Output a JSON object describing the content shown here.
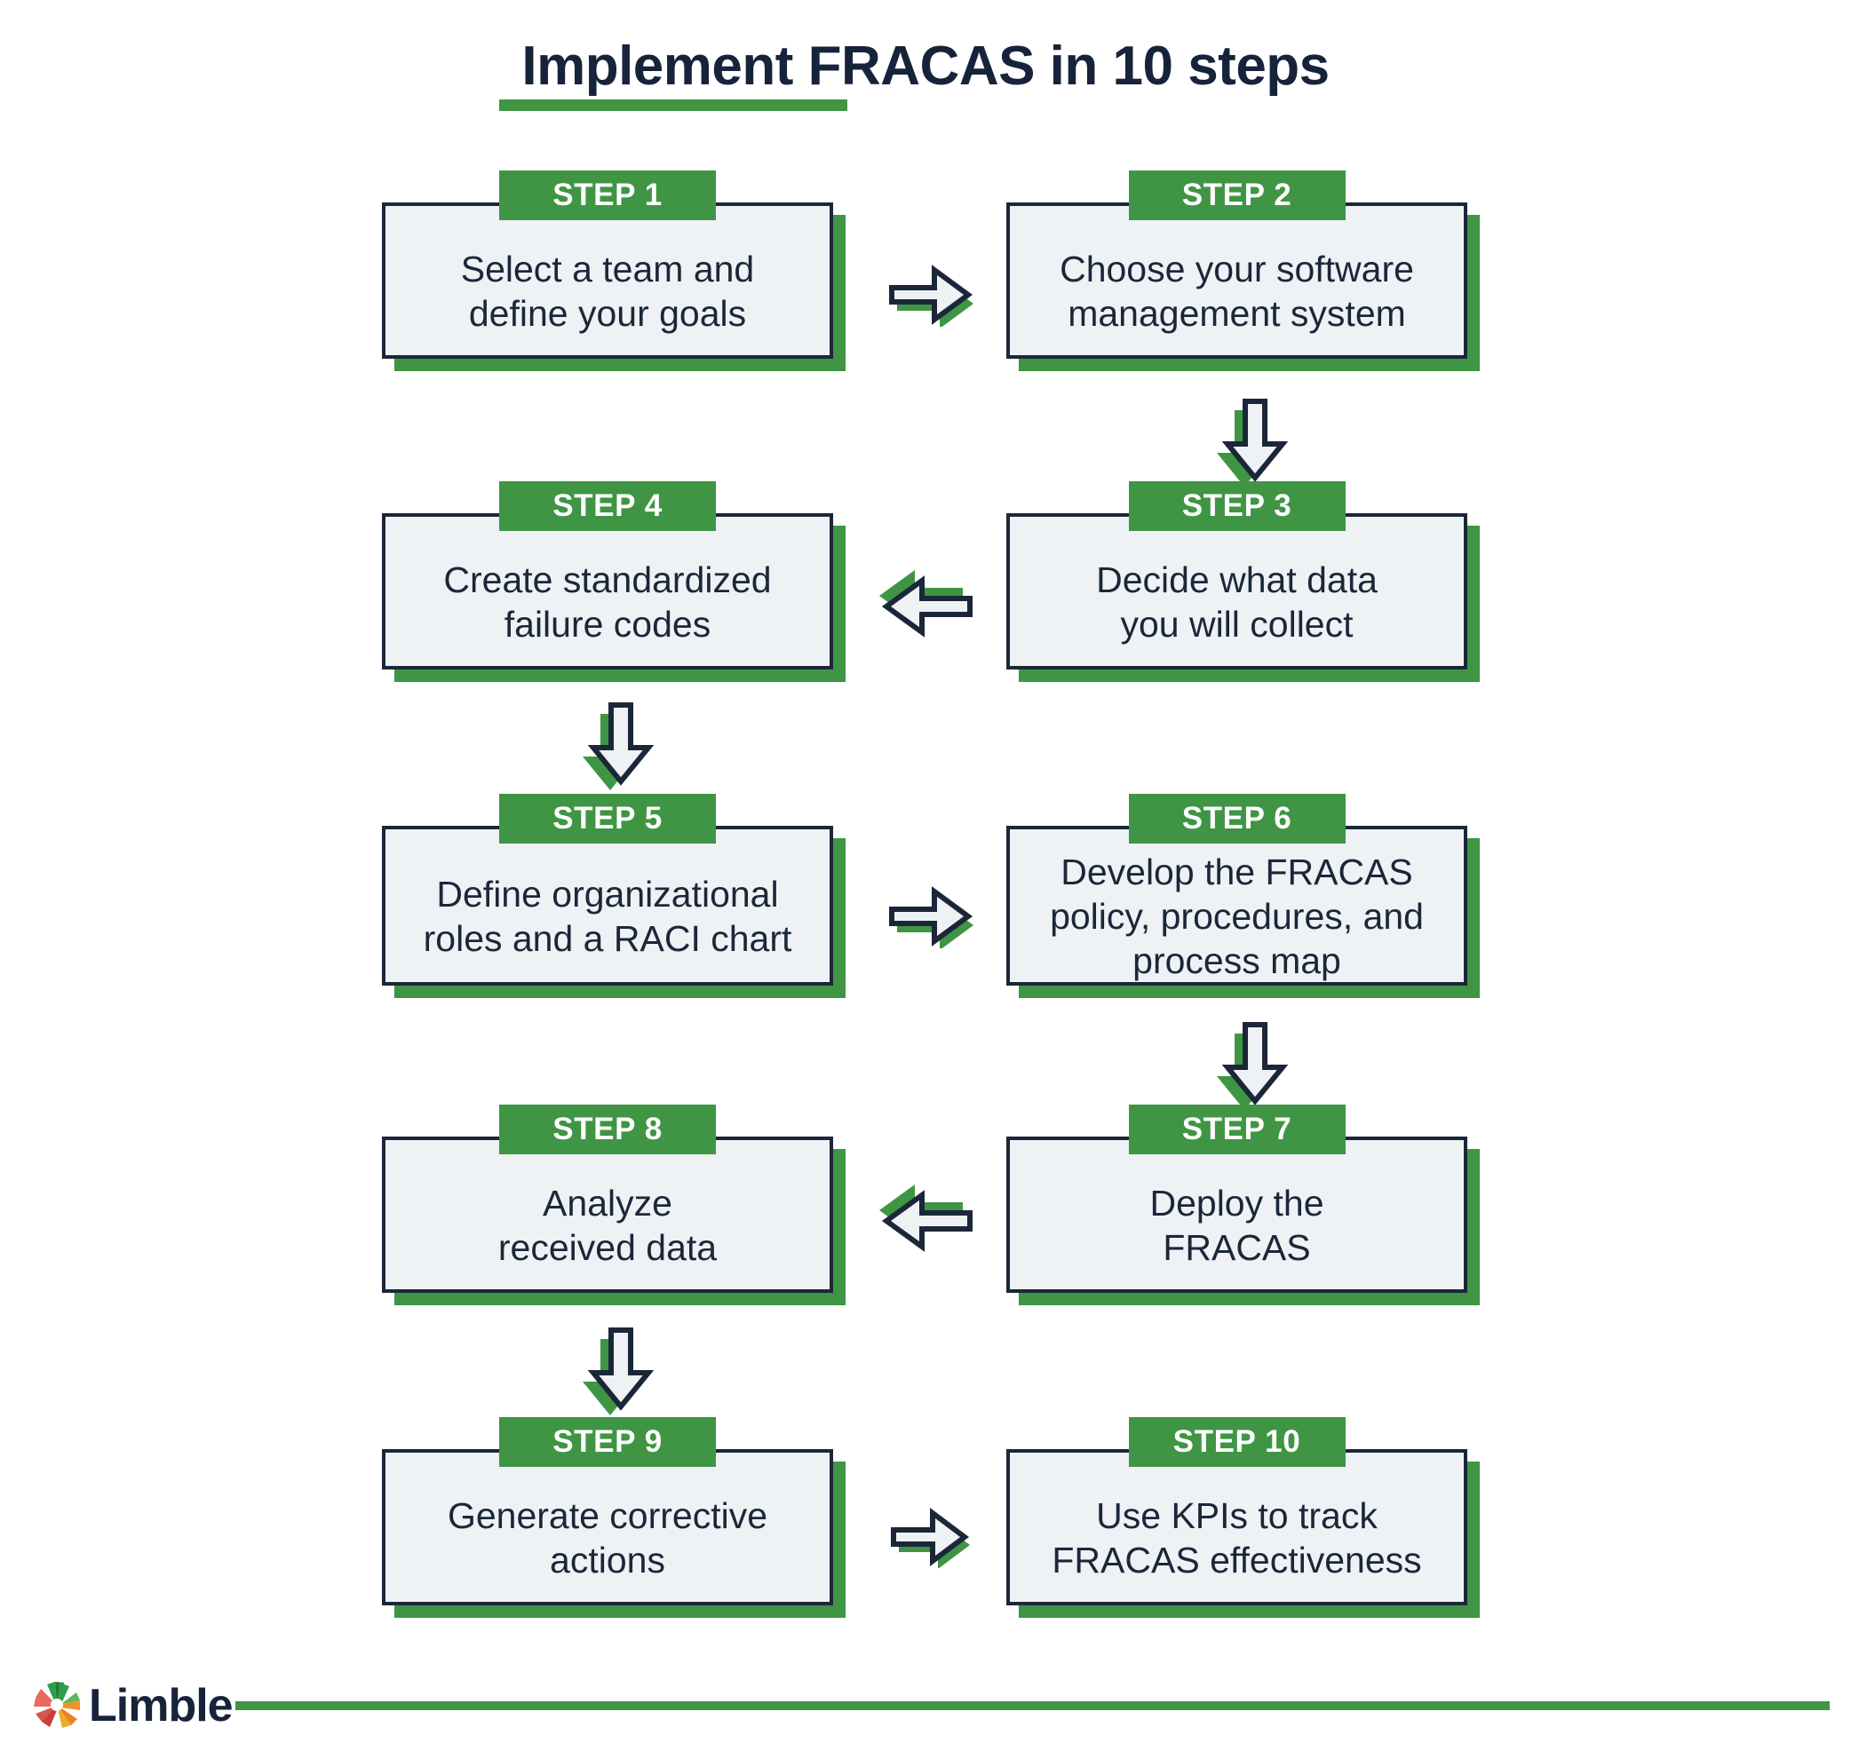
{
  "title": "Implement FRACAS in 10 steps",
  "colors": {
    "green": "#3f9543",
    "dark": "#1b2739",
    "box_fill": "#eef2f5",
    "background": "#ffffff"
  },
  "chart_data": {
    "type": "diagram",
    "subtype": "flowchart-boustrophedon",
    "title": "Implement FRACAS in 10 steps",
    "steps": [
      {
        "label": "STEP 1",
        "text": "Select a team and\ndefine your goals"
      },
      {
        "label": "STEP 2",
        "text": "Choose your software\nmanagement system"
      },
      {
        "label": "STEP 3",
        "text": "Decide what data\nyou will collect"
      },
      {
        "label": "STEP 4",
        "text": "Create standardized\nfailure codes"
      },
      {
        "label": "STEP 5",
        "text": "Define organizational\nroles and a RACI chart"
      },
      {
        "label": "STEP 6",
        "text": "Develop the FRACAS\npolicy, procedures, and\nprocess map"
      },
      {
        "label": "STEP 7",
        "text": "Deploy the\nFRACAS"
      },
      {
        "label": "STEP 8",
        "text": "Analyze\nreceived data"
      },
      {
        "label": "STEP 9",
        "text": "Generate corrective\nactions"
      },
      {
        "label": "STEP 10",
        "text": "Use KPIs to track\nFRACAS effectiveness"
      }
    ],
    "connectors": [
      {
        "from": "STEP 1",
        "to": "STEP 2",
        "direction": "right"
      },
      {
        "from": "STEP 2",
        "to": "STEP 3",
        "direction": "down"
      },
      {
        "from": "STEP 3",
        "to": "STEP 4",
        "direction": "left"
      },
      {
        "from": "STEP 4",
        "to": "STEP 5",
        "direction": "down"
      },
      {
        "from": "STEP 5",
        "to": "STEP 6",
        "direction": "right"
      },
      {
        "from": "STEP 6",
        "to": "STEP 7",
        "direction": "down"
      },
      {
        "from": "STEP 7",
        "to": "STEP 8",
        "direction": "left"
      },
      {
        "from": "STEP 8",
        "to": "STEP 9",
        "direction": "down"
      },
      {
        "from": "STEP 9",
        "to": "STEP 10",
        "direction": "right"
      }
    ]
  },
  "footer": {
    "brand": "Limble"
  }
}
